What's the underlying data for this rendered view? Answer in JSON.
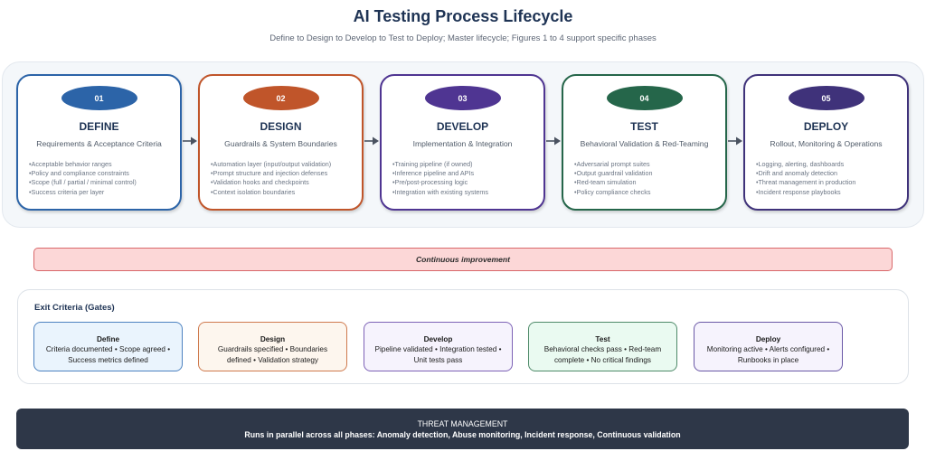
{
  "header": {
    "title": "AI Testing Process Lifecycle",
    "subtitle": "Define to Design to Develop to Test to Deploy; Master lifecycle; Figures 1 to 4 support specific phases"
  },
  "phases": [
    {
      "number": "01",
      "name": "DEFINE",
      "subtitle": "Requirements & Acceptance Criteria",
      "color": "#2c64a8",
      "items": [
        "Acceptable behavior ranges",
        "Policy and compliance constraints",
        "Scope (full / partial / minimal control)",
        "Success criteria per layer"
      ]
    },
    {
      "number": "02",
      "name": "DESIGN",
      "subtitle": "Guardrails & System Boundaries",
      "color": "#c0552a",
      "items": [
        "Automation layer (input/output validation)",
        "Prompt structure and injection defenses",
        "Validation hooks and checkpoints",
        "Context isolation boundaries"
      ]
    },
    {
      "number": "03",
      "name": "DEVELOP",
      "subtitle": "Implementation & Integration",
      "color": "#4f3592",
      "items": [
        "Training pipeline (if owned)",
        "Inference pipeline and APIs",
        "Pre/post-processing logic",
        "Integration with existing systems"
      ]
    },
    {
      "number": "04",
      "name": "TEST",
      "subtitle": "Behavioral Validation & Red-Teaming",
      "color": "#25664a",
      "items": [
        "Adversarial prompt suites",
        "Output guardrail validation",
        "Red-team simulation",
        "Policy compliance checks"
      ]
    },
    {
      "number": "05",
      "name": "DEPLOY",
      "subtitle": "Rollout, Monitoring & Operations",
      "color": "#3f327a",
      "items": [
        "Logging, alerting, dashboards",
        "Drift and anomaly detection",
        "Threat management in production",
        "Incident response playbooks"
      ]
    }
  ],
  "arrow_icon": "arrow-right-icon",
  "continuous_improvement": {
    "label": "Continuous improvement"
  },
  "gates": {
    "title": "Exit Criteria (Gates)",
    "items": [
      {
        "name": "Define",
        "line1": "Criteria documented • Scope agreed •",
        "line2": "Success metrics defined",
        "bg": "#eaf4fd",
        "border": "#4d82c0"
      },
      {
        "name": "Design",
        "line1": "Guardrails specified • Boundaries",
        "line2": "defined • Validation strategy",
        "bg": "#fdf6ee",
        "border": "#cf7a4e"
      },
      {
        "name": "Develop",
        "line1": "Pipeline validated • Integration tested •",
        "line2": "Unit tests pass",
        "bg": "#f6f3fd",
        "border": "#7d62b6"
      },
      {
        "name": "Test",
        "line1": "Behavioral checks pass • Red-team",
        "line2": "complete • No critical findings",
        "bg": "#eafaf1",
        "border": "#4e8a69"
      },
      {
        "name": "Deploy",
        "line1": "Monitoring active • Alerts configured •",
        "line2": "Runbooks in place",
        "bg": "#f6f3fd",
        "border": "#6a58a6"
      }
    ]
  },
  "threat_management": {
    "title": "THREAT MANAGEMENT",
    "description": "Runs in parallel across all phases: Anomaly detection, Abuse monitoring, Incident response, Continuous validation"
  }
}
